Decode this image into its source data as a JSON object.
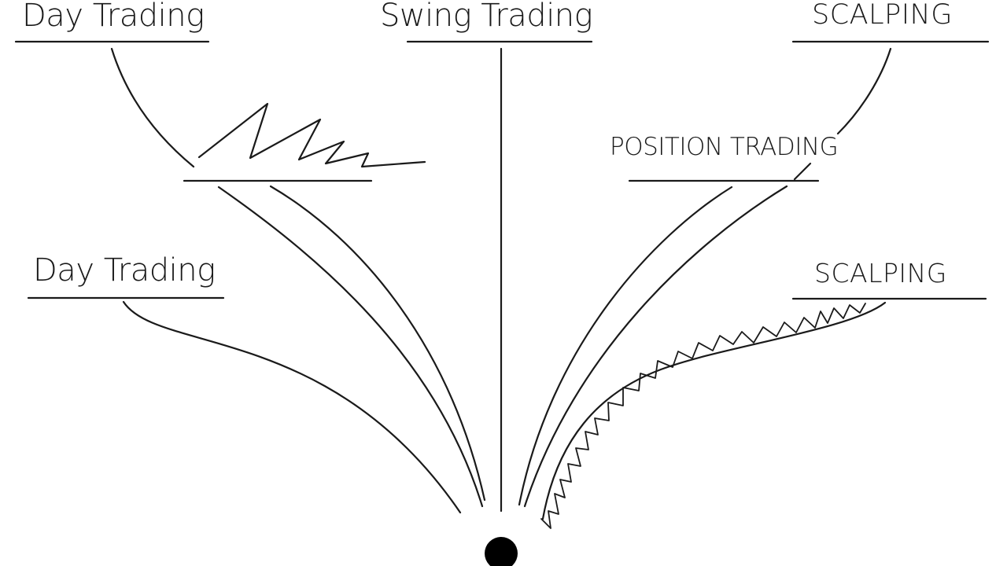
{
  "labels": {
    "day_trading_top": "Day Trading",
    "swing_trading": "Swing Trading",
    "scalping_top": "SCALPING",
    "position_trading": "POSITION TRADING",
    "day_trading_mid": "Day Trading",
    "scalping_mid": "SCALPING"
  },
  "colors": {
    "stroke": "#1a1a1a",
    "background": "#ffffff"
  }
}
